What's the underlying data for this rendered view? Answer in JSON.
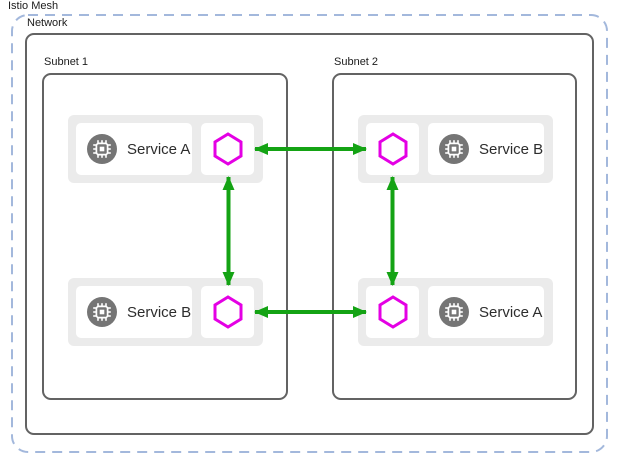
{
  "mesh_label": "Istio Mesh",
  "network_label": "Network",
  "subnets": [
    {
      "label": "Subnet 1",
      "services": [
        {
          "name": "Service A",
          "service_icon": "cpu-chip-icon",
          "proxy_icon": "envoy-proxy-hexagon-icon",
          "proxy_side": "right"
        },
        {
          "name": "Service B",
          "service_icon": "cpu-chip-icon",
          "proxy_icon": "envoy-proxy-hexagon-icon",
          "proxy_side": "right"
        }
      ]
    },
    {
      "label": "Subnet 2",
      "services": [
        {
          "name": "Service B",
          "service_icon": "cpu-chip-icon",
          "proxy_icon": "envoy-proxy-hexagon-icon",
          "proxy_side": "left"
        },
        {
          "name": "Service A",
          "service_icon": "cpu-chip-icon",
          "proxy_icon": "envoy-proxy-hexagon-icon",
          "proxy_side": "left"
        }
      ]
    }
  ],
  "connections": [
    {
      "from": "subnet1-service-a-proxy",
      "to": "subnet2-service-b-proxy",
      "direction": "bidirectional"
    },
    {
      "from": "subnet1-service-b-proxy",
      "to": "subnet2-service-a-proxy",
      "direction": "bidirectional"
    },
    {
      "from": "subnet1-service-a-proxy",
      "to": "subnet1-service-b-proxy",
      "direction": "bidirectional"
    },
    {
      "from": "subnet2-service-b-proxy",
      "to": "subnet2-service-a-proxy",
      "direction": "bidirectional"
    }
  ],
  "colors": {
    "mesh_dashed_border": "#a3b8dc",
    "box_border": "#636363",
    "group_fill": "#ebebeb",
    "card_fill": "#ffffff",
    "service_icon_fill": "#757575",
    "proxy_hexagon_stroke": "#e400e4",
    "arrow_green": "#14a314",
    "label_text": "#1c1c1c"
  }
}
